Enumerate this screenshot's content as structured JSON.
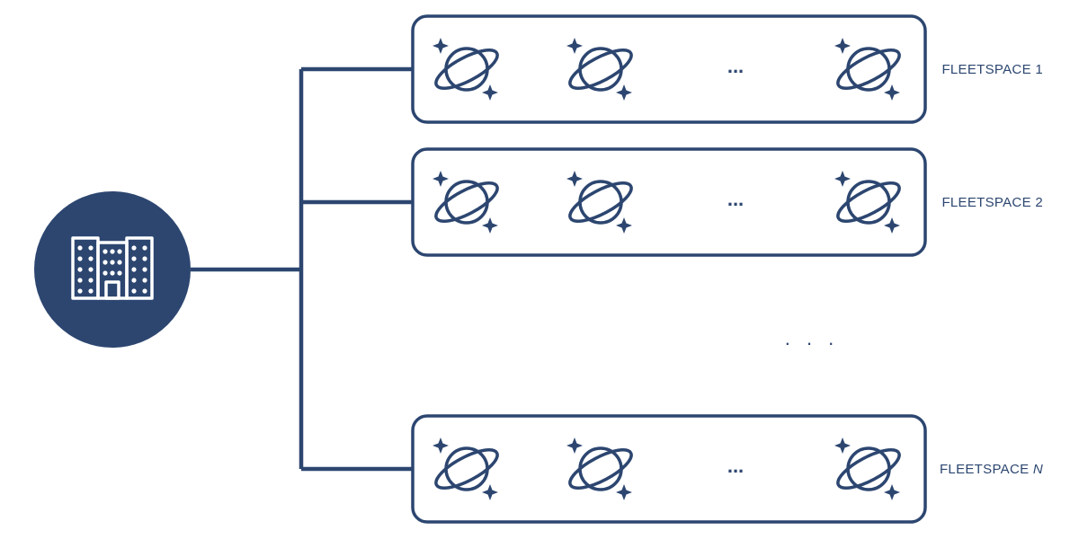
{
  "colors": {
    "primary": "#2c4670",
    "background": "#ffffff",
    "icon_stroke": "#ffffff"
  },
  "org": {
    "icon": "office-buildings-icon"
  },
  "fleetspaces": [
    {
      "label": "FLEETSPACE 1",
      "label_prefix": "FLEETSPACE ",
      "label_suffix": "1",
      "suffix_italic": false,
      "cluster_icon": "planet-with-sparkles-icon",
      "gap_text": "..."
    },
    {
      "label": "FLEETSPACE 2",
      "label_prefix": "FLEETSPACE ",
      "label_suffix": "2",
      "suffix_italic": false,
      "cluster_icon": "planet-with-sparkles-icon",
      "gap_text": "..."
    },
    {
      "label": "FLEETSPACE N",
      "label_prefix": "FLEETSPACE ",
      "label_suffix": "N",
      "suffix_italic": true,
      "cluster_icon": "planet-with-sparkles-icon",
      "gap_text": "..."
    }
  ],
  "between_ellipsis": ". . ."
}
